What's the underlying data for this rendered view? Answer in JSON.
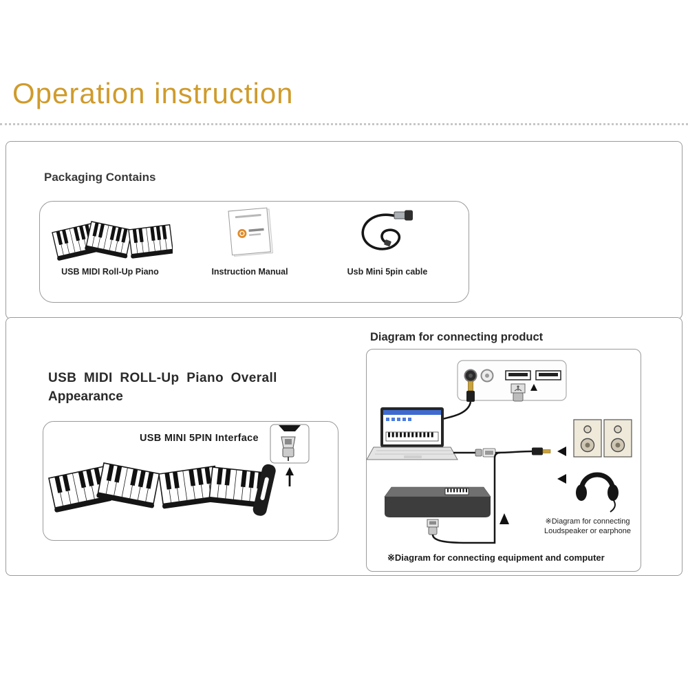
{
  "page": {
    "title": "Operation instruction"
  },
  "colors": {
    "title_accent": "#cf9b2d",
    "box_border": "#9a9a9a",
    "ink": "#1a1a1a",
    "gold_plug": "#c9a23c",
    "screen_blue": "#3f6bd0"
  },
  "packaging": {
    "heading": "Packaging Contains",
    "items": [
      {
        "label": "USB MIDI Roll-Up Piano"
      },
      {
        "label": "Instruction Manual"
      },
      {
        "label": "Usb Mini 5pin cable"
      }
    ]
  },
  "appearance": {
    "heading_line1": "USB MIDI ROLL-Up Piano Overall",
    "heading_line2": "Appearance",
    "interface_label": "USB MINI 5PIN Interface"
  },
  "connection": {
    "heading": "Diagram for connecting product",
    "caption_speaker_line1": "※Diagram for connecting",
    "caption_speaker_line2": "Loudspeaker or earphone",
    "caption_bottom": "※Diagram for connecting equipment and computer"
  }
}
